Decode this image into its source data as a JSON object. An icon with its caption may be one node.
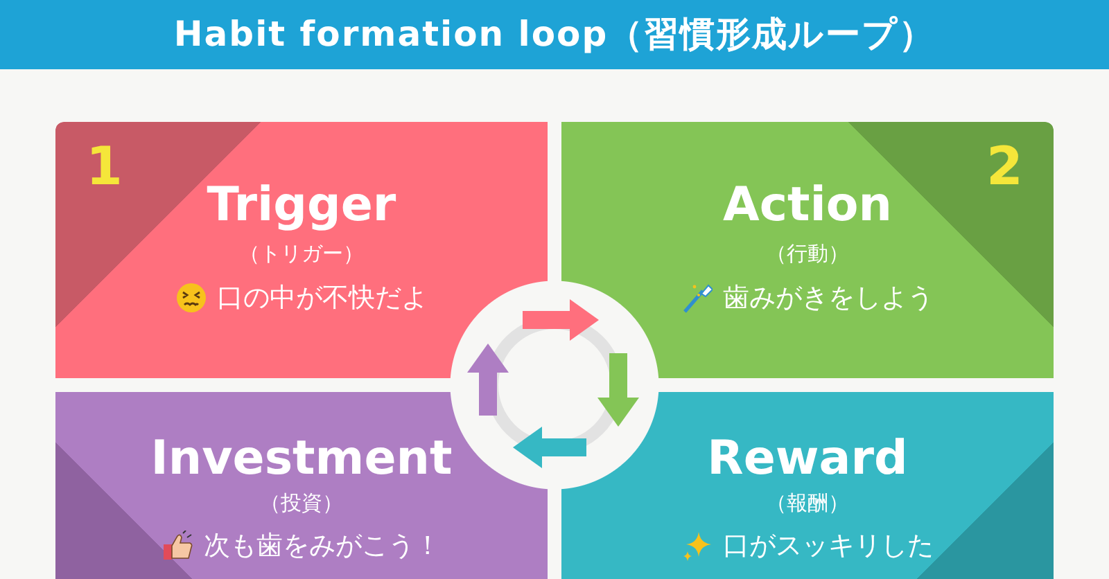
{
  "diagram": {
    "title": "Habit formation loop（習慣形成ループ）",
    "nodes": [
      {
        "text": [
          "1",
          "Trigger",
          "（トリガー）",
          "口の中が不快だよ"
        ]
      },
      {
        "text": [
          "2",
          "Action",
          "（行動）",
          "歯みがきをしよう"
        ]
      },
      {
        "text": [
          "Investment",
          "（投資）",
          "次も歯をみがこう！"
        ]
      },
      {
        "text": [
          "Reward",
          "（報酬）",
          "口がスッキリした"
        ]
      }
    ],
    "edges": [
      {
        "from": 0,
        "to": 1,
        "arrow": "to",
        "color": "#ff6f7d"
      },
      {
        "from": 1,
        "to": 3,
        "arrow": "to",
        "color": "#84c556"
      },
      {
        "from": 3,
        "to": 2,
        "arrow": "to",
        "color": "#36b8c4"
      },
      {
        "from": 2,
        "to": 0,
        "arrow": "to",
        "color": "#ae7ec3"
      }
    ]
  }
}
